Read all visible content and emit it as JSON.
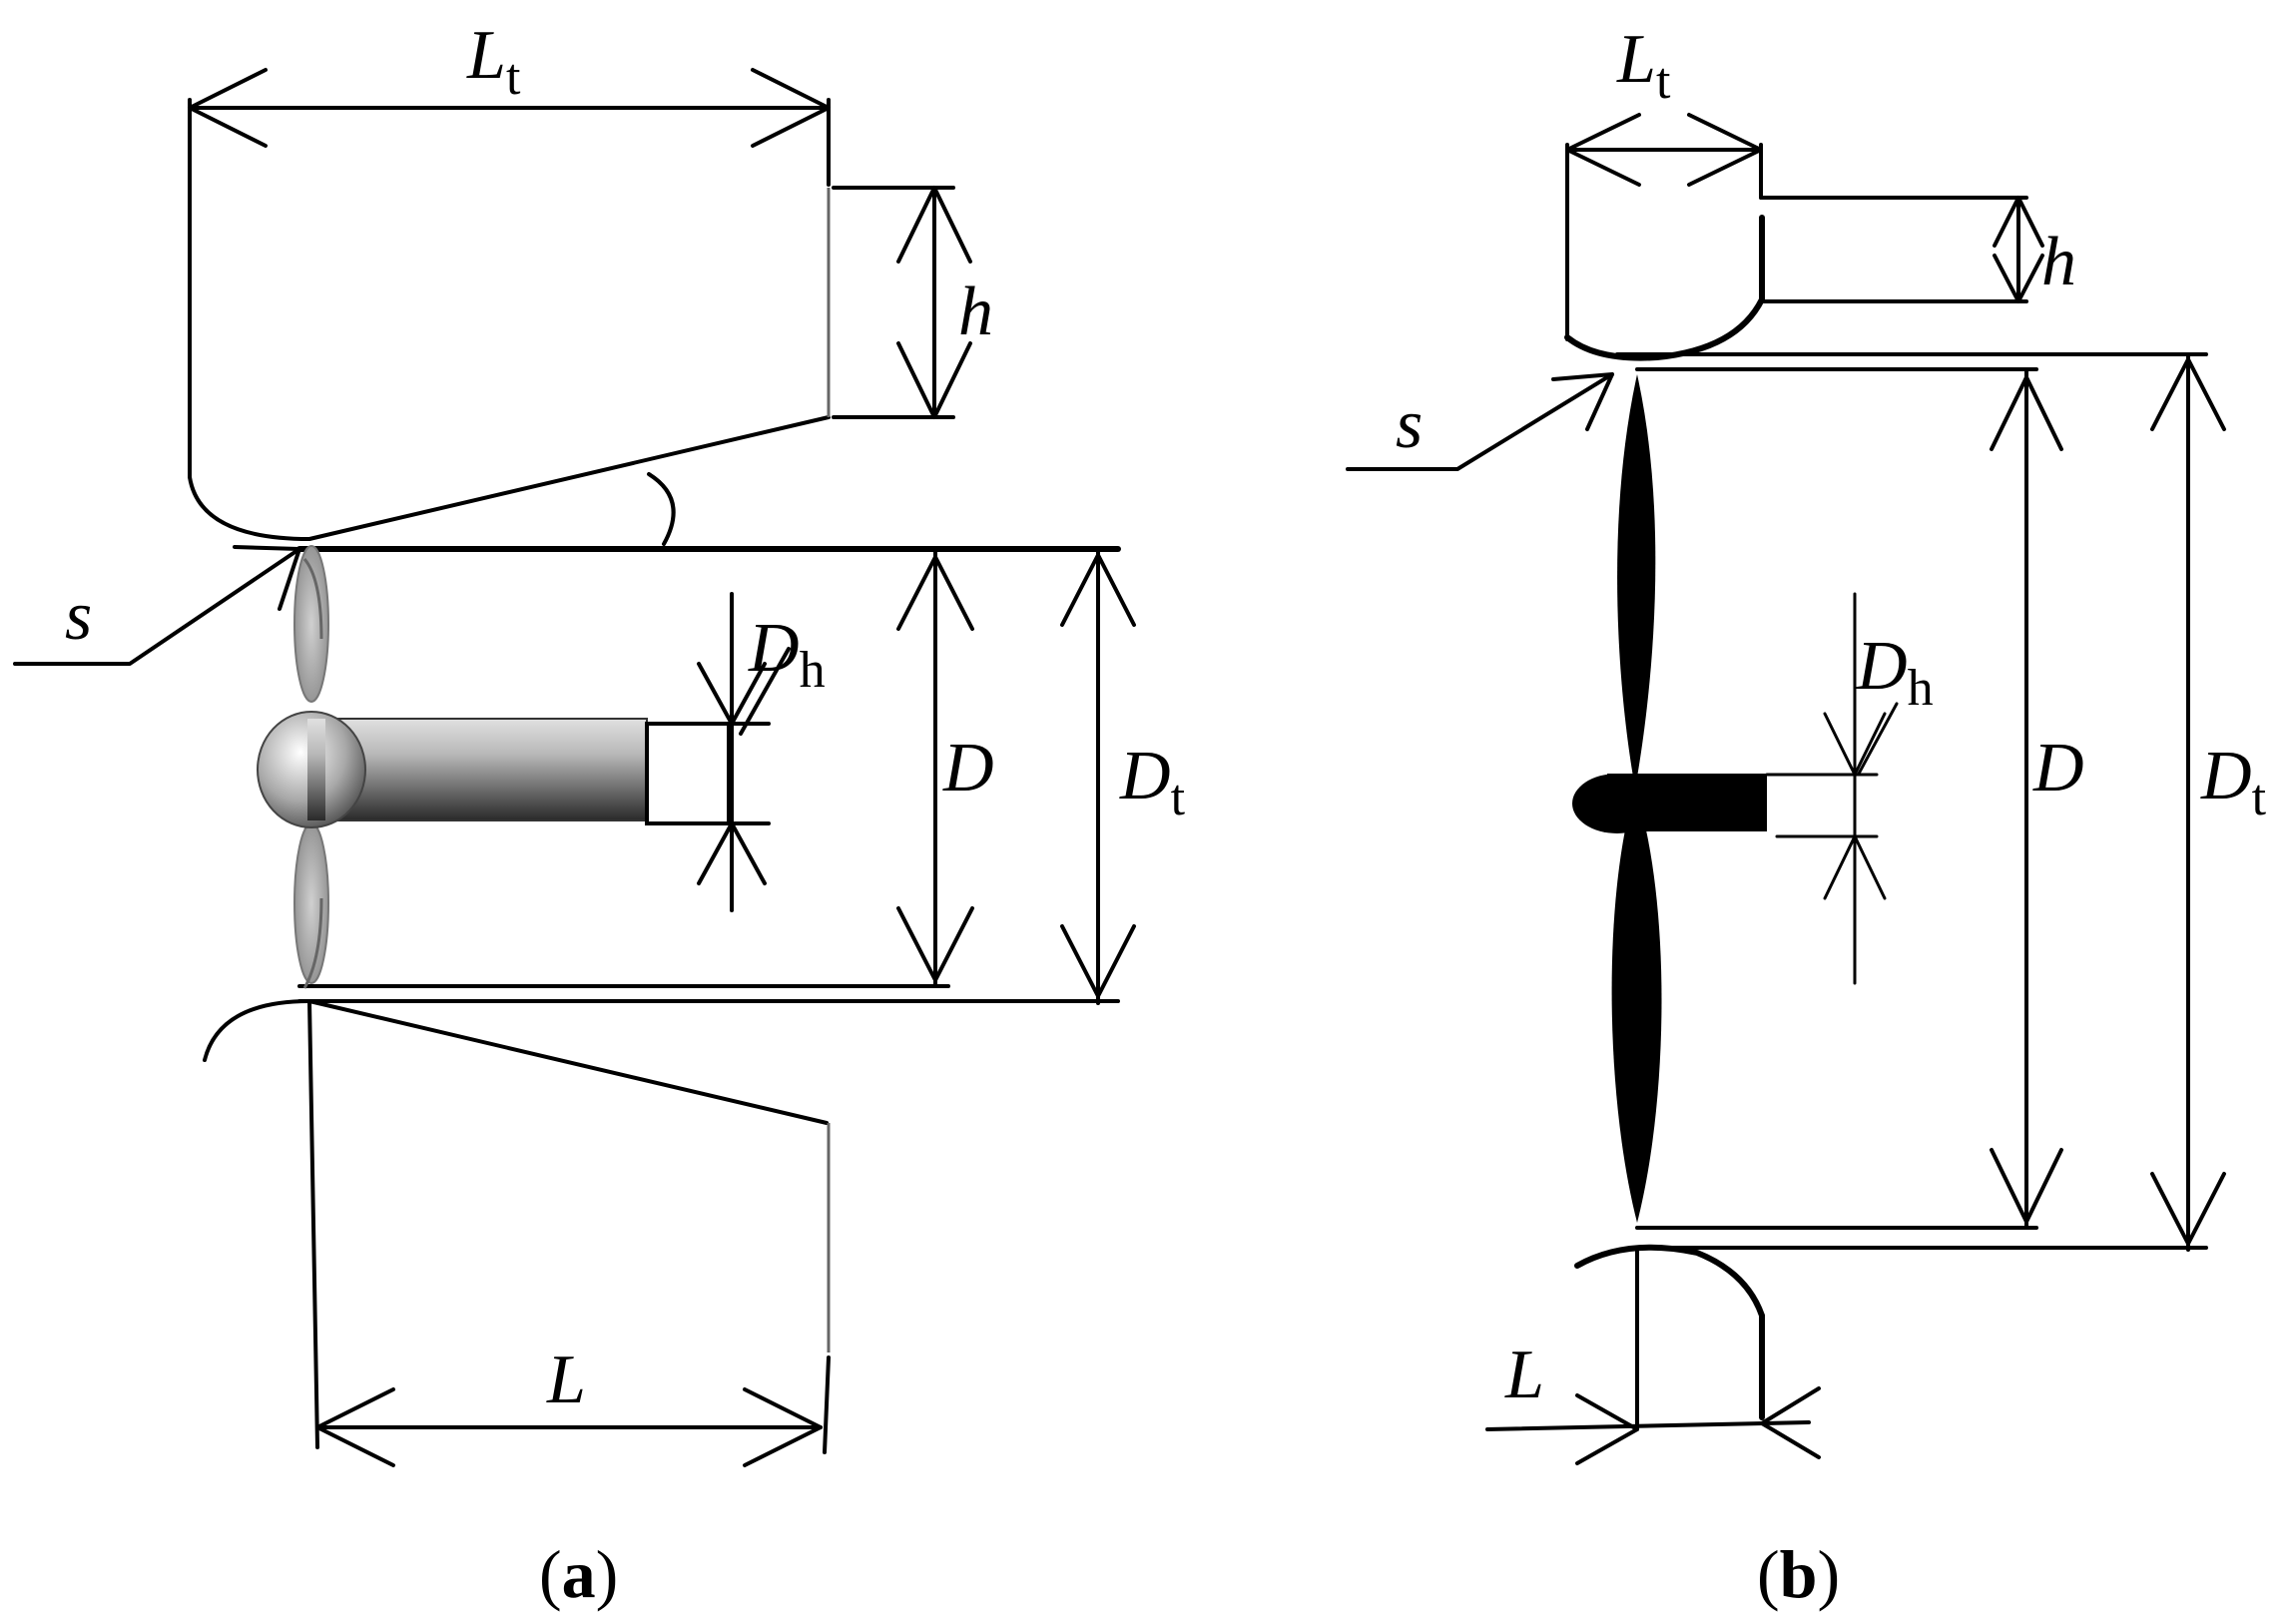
{
  "panel_a": {
    "labels": {
      "Lt": "L",
      "Lt_sub": "t",
      "h": "h",
      "s": "s",
      "Dh": "D",
      "Dh_sub": "h",
      "D": "D",
      "Dt": "D",
      "Dt_sub": "t",
      "L": "L"
    },
    "caption": {
      "open": "(",
      "letter": "a",
      "close": ")"
    }
  },
  "panel_b": {
    "labels": {
      "Lt": "L",
      "Lt_sub": "t",
      "h": "h",
      "s": "s",
      "Dh": "D",
      "Dh_sub": "h",
      "D": "D",
      "Dt": "D",
      "Dt_sub": "t",
      "L": "L"
    },
    "caption": {
      "open": "(",
      "letter": "b",
      "close": ")"
    }
  }
}
